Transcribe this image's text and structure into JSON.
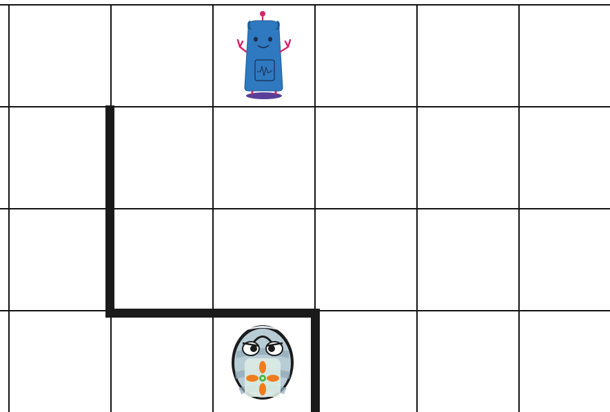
{
  "board": {
    "rows": 4,
    "columns": 6,
    "background": "#ffffff",
    "grid_line_color": "#111111",
    "wall_color": "#1a1a1a"
  },
  "walls": [
    {
      "orientation": "vertical",
      "between_columns": [
        0,
        1
      ],
      "rows": [
        1,
        2
      ]
    },
    {
      "orientation": "horizontal",
      "between_rows": [
        2,
        3
      ],
      "columns": [
        1,
        2
      ]
    },
    {
      "orientation": "vertical",
      "between_columns": [
        2,
        3
      ],
      "rows": [
        3
      ]
    }
  ],
  "pieces": [
    {
      "name": "goal-robot",
      "icon": "blue-robot-icon",
      "row": 0,
      "column": 2,
      "color": "#2f79c0",
      "accent": "#d6256b"
    },
    {
      "name": "player-bot",
      "icon": "egg-robot-icon",
      "row": 3,
      "column": 2,
      "color": "#a9c3d0",
      "accent": "#f07c1e"
    }
  ]
}
